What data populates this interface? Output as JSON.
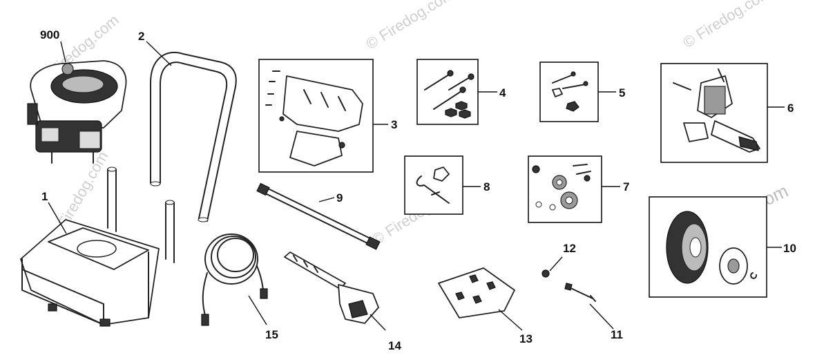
{
  "watermarks": {
    "text": "© Firedog.com",
    "short": "Firedog.com",
    "corner": "firedog.com"
  },
  "parts": [
    {
      "id": "900",
      "label": "900"
    },
    {
      "id": "1",
      "label": "1"
    },
    {
      "id": "2",
      "label": "2"
    },
    {
      "id": "3",
      "label": "3"
    },
    {
      "id": "4",
      "label": "4"
    },
    {
      "id": "5",
      "label": "5"
    },
    {
      "id": "6",
      "label": "6"
    },
    {
      "id": "7",
      "label": "7"
    },
    {
      "id": "8",
      "label": "8"
    },
    {
      "id": "9",
      "label": "9"
    },
    {
      "id": "10",
      "label": "10"
    },
    {
      "id": "11",
      "label": "11"
    },
    {
      "id": "12",
      "label": "12"
    },
    {
      "id": "13",
      "label": "13"
    },
    {
      "id": "14",
      "label": "14"
    },
    {
      "id": "15",
      "label": "15"
    }
  ]
}
